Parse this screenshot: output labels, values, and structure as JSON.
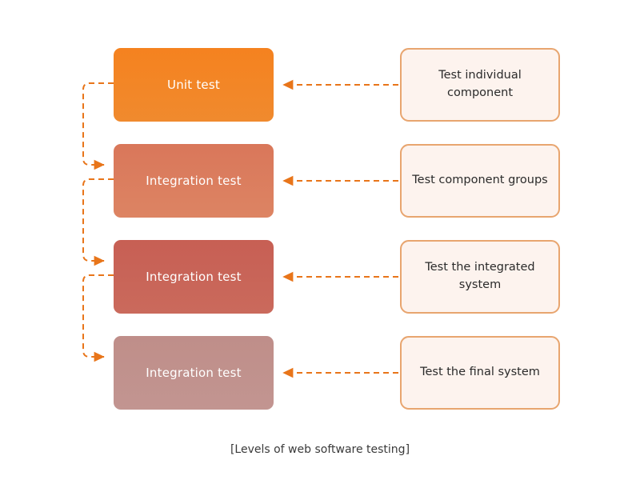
{
  "diagram": {
    "caption": "[Levels of web software testing]",
    "colors": {
      "accent": "#ED7D31",
      "connector": "#E8751A",
      "desc_border": "#E8A56F",
      "desc_fill": "#FDF3EE",
      "label_text": "#FFFFFF",
      "desc_text": "#2B2B2B",
      "caption_text": "#3A3A3A",
      "background": "#FFFFFF"
    },
    "levels": [
      {
        "label": "Unit test",
        "description": "Test individual component",
        "fill_from": "#F5821F",
        "fill_to": "#F08A2E"
      },
      {
        "label": "Integration test",
        "description": "Test component groups",
        "fill_from": "#D9775A",
        "fill_to": "#DD8463"
      },
      {
        "label": "Integration test",
        "description": "Test the integrated system",
        "fill_from": "#C75F54",
        "fill_to": "#CA6A5C"
      },
      {
        "label": "Integration test",
        "description": "Test the final system",
        "fill_from": "#BF8E89",
        "fill_to": "#C29591"
      }
    ],
    "flow_connectors": [
      {
        "from": "Unit test",
        "to": "Integration test"
      },
      {
        "from": "Integration test",
        "to": "Integration test"
      },
      {
        "from": "Integration test",
        "to": "Integration test"
      }
    ],
    "description_connectors": [
      {
        "from": "Test individual component",
        "to": "Unit test"
      },
      {
        "from": "Test component groups",
        "to": "Integration test"
      },
      {
        "from": "Test the integrated system",
        "to": "Integration test"
      },
      {
        "from": "Test the final system",
        "to": "Integration test"
      }
    ]
  }
}
